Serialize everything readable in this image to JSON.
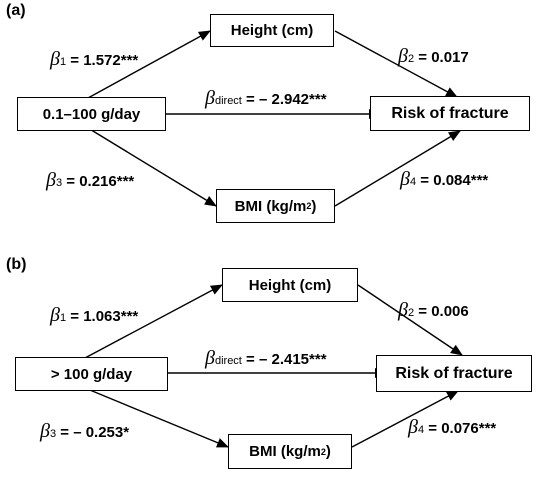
{
  "panels": [
    {
      "label": "(a)",
      "exposure": "0.1–100 g/day",
      "mediator_top": "Height (cm)",
      "mediator_bottom_base": "BMI (kg/m",
      "mediator_bottom_sup": "2",
      "mediator_bottom_end": ")",
      "outcome": "Risk of fracture",
      "paths": {
        "b1": {
          "symbol": "β",
          "sub": "1",
          "text": "= 1.572***"
        },
        "b2": {
          "symbol": "β",
          "sub": "2",
          "text": "= 0.017"
        },
        "b3": {
          "symbol": "β",
          "sub": "3",
          "text": "= 0.216***"
        },
        "b4": {
          "symbol": "β",
          "sub": "4",
          "text": "= 0.084***"
        },
        "direct": {
          "symbol": "β",
          "sub": "direct",
          "text": "= – 2.942***"
        }
      }
    },
    {
      "label": "(b)",
      "exposure": "> 100 g/day",
      "mediator_top": "Height (cm)",
      "mediator_bottom_base": "BMI (kg/m",
      "mediator_bottom_sup": "2",
      "mediator_bottom_end": ")",
      "outcome": "Risk of fracture",
      "paths": {
        "b1": {
          "symbol": "β",
          "sub": "1",
          "text": "= 1.063***"
        },
        "b2": {
          "symbol": "β",
          "sub": "2",
          "text": "= 0.006"
        },
        "b3": {
          "symbol": "β",
          "sub": "3",
          "text": "= – 0.253*"
        },
        "b4": {
          "symbol": "β",
          "sub": "4",
          "text": "= 0.076***"
        },
        "direct": {
          "symbol": "β",
          "sub": "direct",
          "text": "= – 2.415***"
        }
      }
    }
  ]
}
